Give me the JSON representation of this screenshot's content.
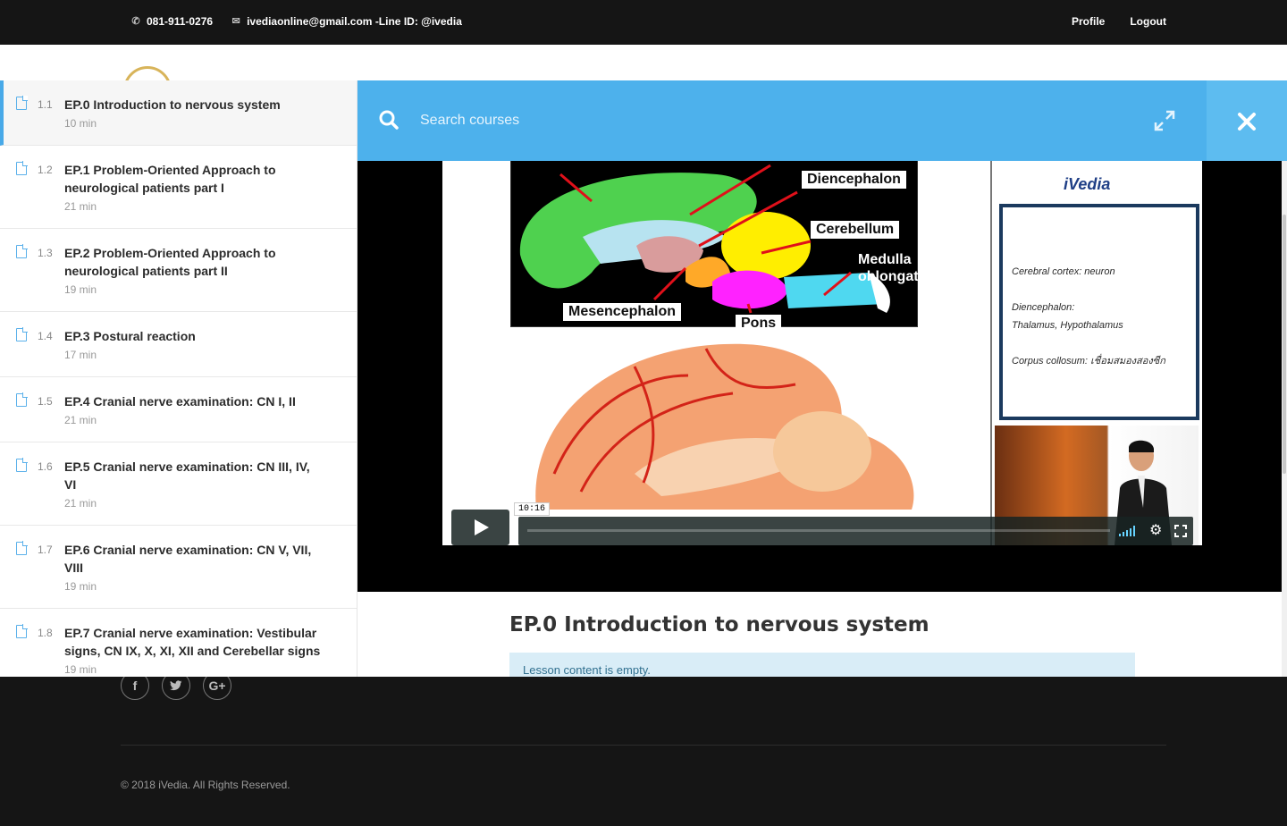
{
  "topbar": {
    "phone": "081-911-0276",
    "email": "ivediaonline@gmail.com -Line ID: @ivedia",
    "profile_label": "Profile",
    "logout_label": "Logout"
  },
  "search": {
    "placeholder": "Search courses"
  },
  "lessons": [
    {
      "num": "1.1",
      "title": "EP.0 Introduction to nervous system",
      "duration": "10 min",
      "active": true
    },
    {
      "num": "1.2",
      "title": "EP.1 Problem-Oriented Approach to neurological patients part I",
      "duration": "21 min"
    },
    {
      "num": "1.3",
      "title": "EP.2 Problem-Oriented Approach to neurological patients part II",
      "duration": "19 min"
    },
    {
      "num": "1.4",
      "title": "EP.3 Postural reaction",
      "duration": "17 min"
    },
    {
      "num": "1.5",
      "title": "EP.4 Cranial nerve examination: CN I, II",
      "duration": "21 min"
    },
    {
      "num": "1.6",
      "title": "EP.5 Cranial nerve examination: CN III, IV, VI",
      "duration": "21 min"
    },
    {
      "num": "1.7",
      "title": "EP.6 Cranial nerve examination: CN V, VII, VIII",
      "duration": "19 min"
    },
    {
      "num": "1.8",
      "title": "EP.7 Cranial nerve examination: Vestibular signs, CN IX, X, XI, XII and Cerebellar signs",
      "duration": "19 min"
    }
  ],
  "video": {
    "time": "10:16",
    "slide_labels": {
      "diencephalon": "Diencephalon",
      "cerebellum": "Cerebellum",
      "medulla": "Medulla oblongata",
      "mesencephalon": "Mesencephalon",
      "pons": "Pons"
    },
    "brand": "iVedia",
    "notes": {
      "line1": "Cerebral cortex: neuron",
      "line2": "Diencephalon:",
      "line3": "Thalamus, Hypothalamus",
      "line4": "Corpus collosum: เชื่อมสมองสองซีก"
    }
  },
  "content": {
    "lesson_title": "EP.0 Introduction to nervous system",
    "notice": "Lesson content is empty."
  },
  "footer": {
    "copyright": "© 2018 iVedia. All Rights Reserved."
  },
  "colors": {
    "accent": "#4db1ec",
    "active_border": "#48a9e8",
    "notice_bg": "#d9edf7"
  }
}
